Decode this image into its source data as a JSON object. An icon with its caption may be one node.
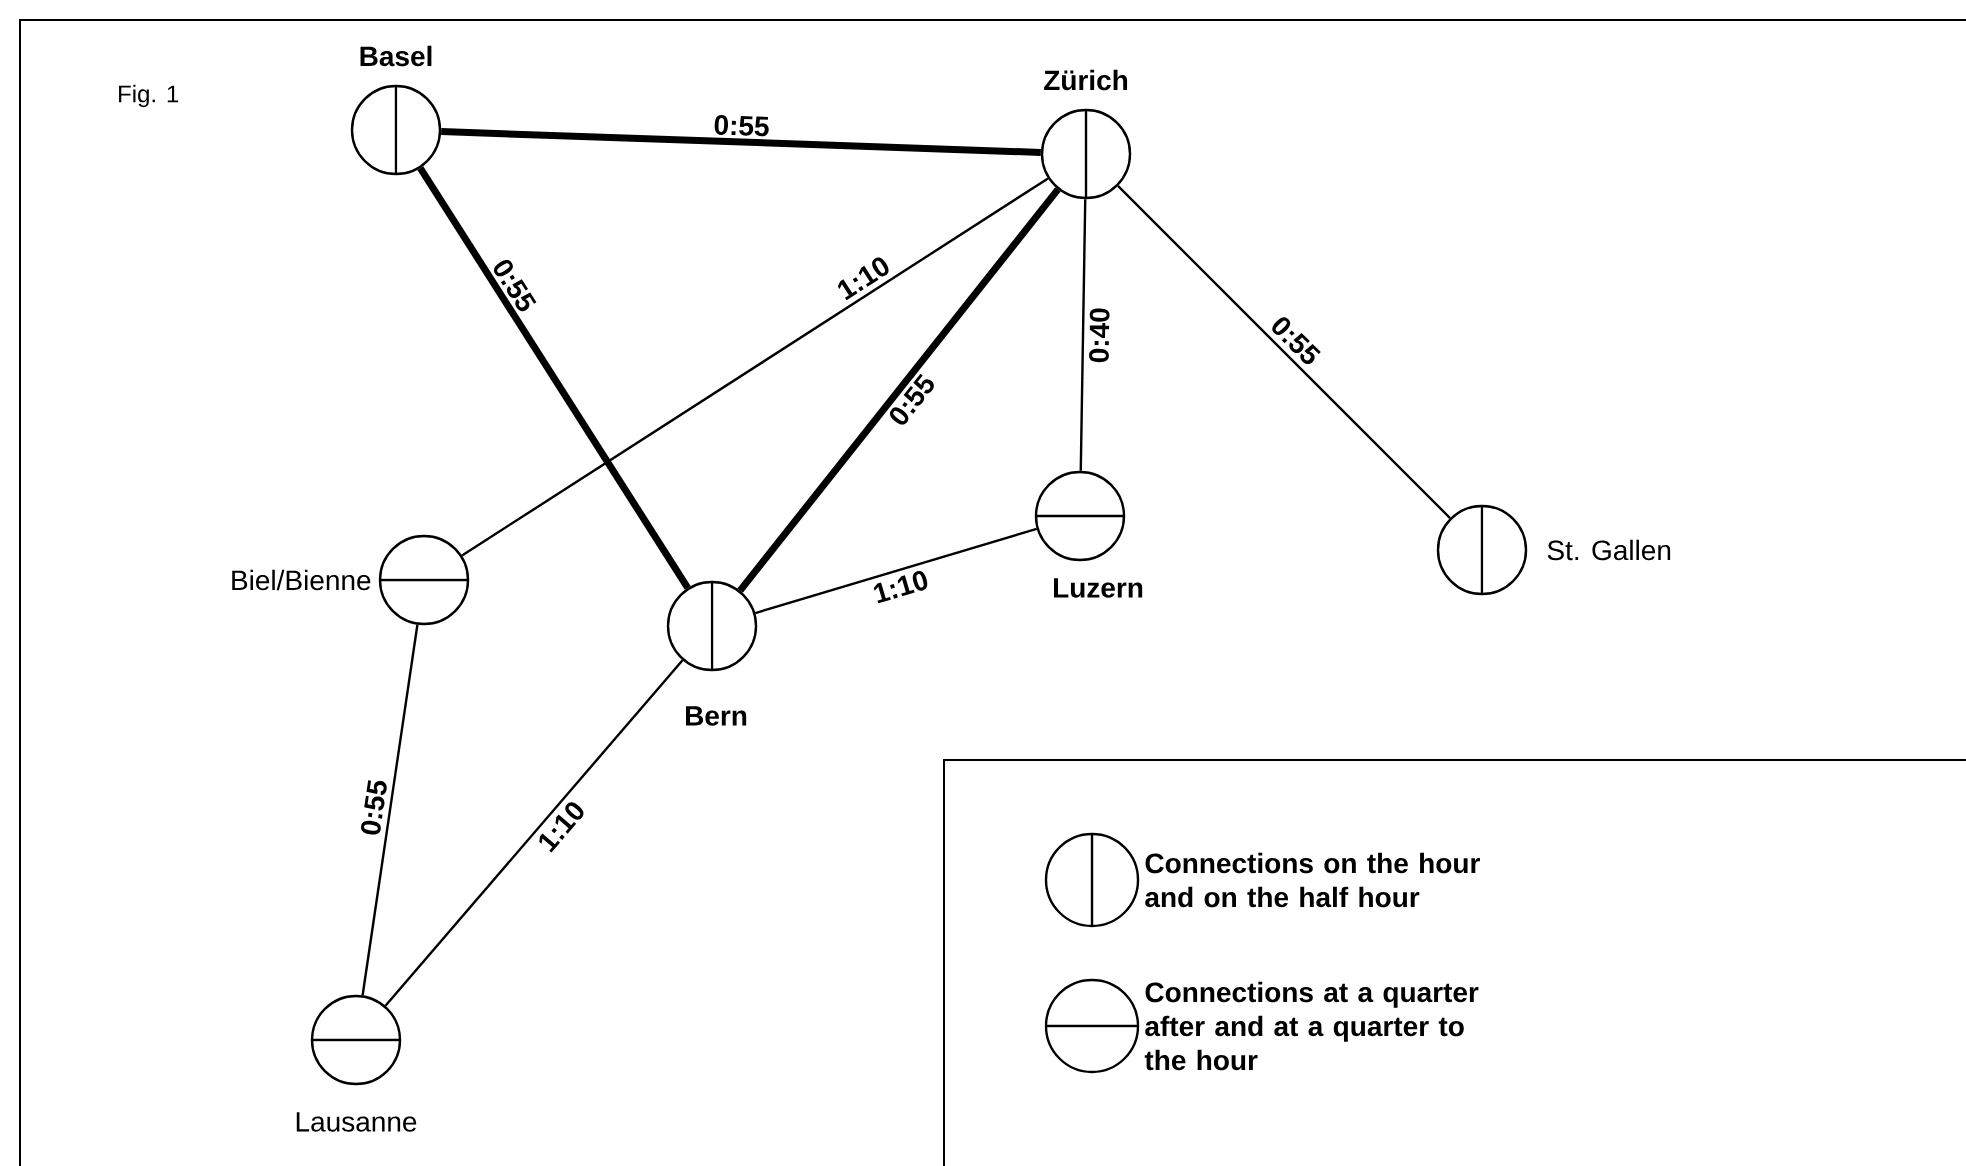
{
  "diagram": {
    "nodes": [
      {
        "text": [
          "Basel"
        ]
      },
      {
        "text": [
          "Zürich"
        ]
      },
      {
        "text": [
          "Luzern"
        ]
      },
      {
        "text": [
          "St. Gallen"
        ]
      },
      {
        "text": [
          "Biel/Bienne"
        ]
      },
      {
        "text": [
          "Bern"
        ]
      },
      {
        "text": [
          "Lausanne"
        ]
      }
    ],
    "edges": [
      {
        "from": 0,
        "to": 1,
        "arrow": "none",
        "label": "0:55",
        "style": "thick"
      },
      {
        "from": 0,
        "to": 5,
        "arrow": "none",
        "label": "0:55",
        "style": "thick"
      },
      {
        "from": 1,
        "to": 4,
        "arrow": "none",
        "label": "1:10"
      },
      {
        "from": 1,
        "to": 5,
        "arrow": "none",
        "label": "0:55",
        "style": "thick"
      },
      {
        "from": 1,
        "to": 2,
        "arrow": "none",
        "label": "0:40"
      },
      {
        "from": 1,
        "to": 3,
        "arrow": "none",
        "label": "0:55"
      },
      {
        "from": 5,
        "to": 2,
        "arrow": "none",
        "label": "1:10"
      },
      {
        "from": 4,
        "to": 6,
        "arrow": "none",
        "label": "0:55"
      },
      {
        "from": 5,
        "to": 6,
        "arrow": "none",
        "label": "1:10"
      }
    ],
    "labels": [
      "Fig. 1"
    ],
    "legend": [
      {
        "text": "Connections on the hour and on the half hour"
      },
      {
        "text": "Connections at a quarter after and at a quarter to the hour"
      }
    ]
  }
}
